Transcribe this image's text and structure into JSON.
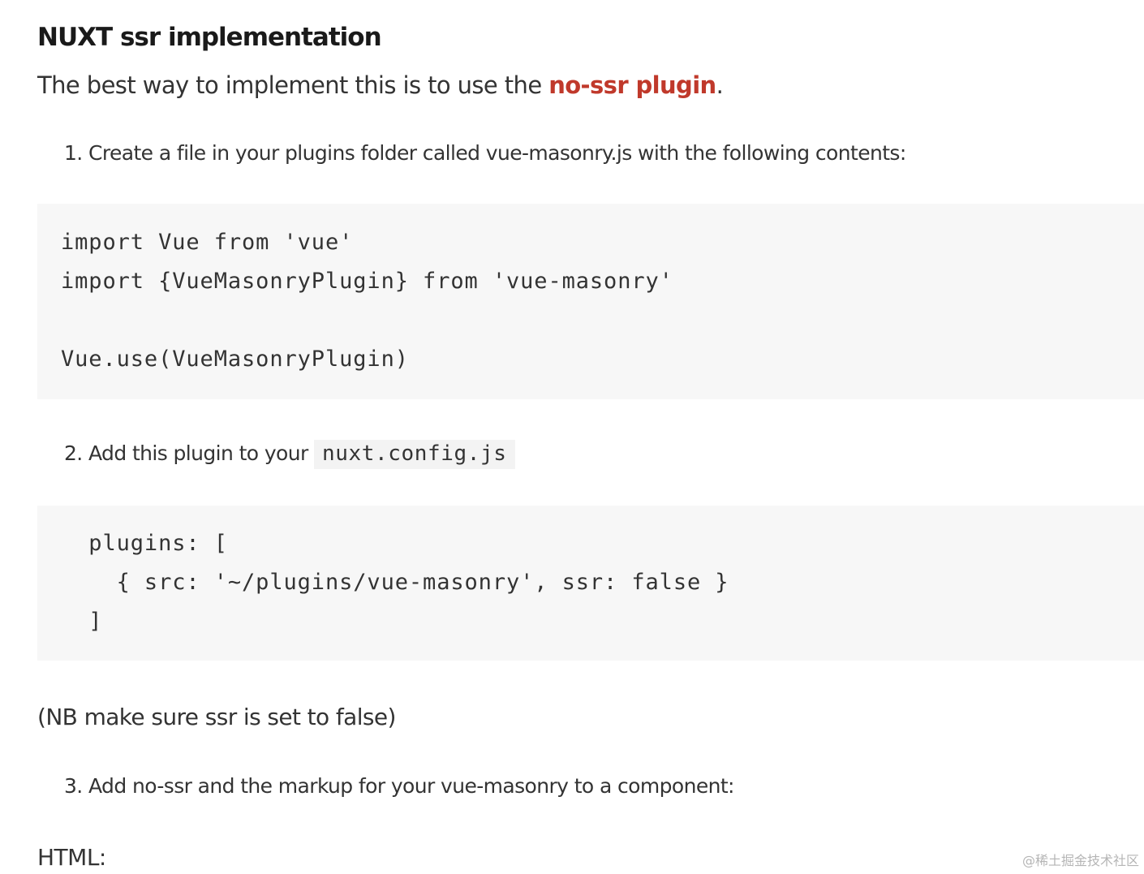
{
  "article": {
    "heading": "NUXT ssr implementation",
    "intro": {
      "before": "The best way to implement this is to use the ",
      "link": "no-ssr plugin",
      "after": "."
    },
    "step1": "1. Create a file in your plugins folder called vue-masonry.js with the following contents:",
    "code1": [
      "import Vue from 'vue'",
      "import {VueMasonryPlugin} from 'vue-masonry'",
      "",
      "Vue.use(VueMasonryPlugin)"
    ],
    "step2": {
      "text": "2. Add this plugin to your ",
      "code": "nuxt.config.js"
    },
    "code2": [
      "  plugins: [",
      "    { src: '~/plugins/vue-masonry', ssr: false }",
      "  ]"
    ],
    "note": "(NB make sure ssr is set to false)",
    "step3": "3. Add no-ssr and the markup for your vue-masonry to a component:",
    "html_label": "HTML:"
  },
  "watermark": "@稀土掘金技术社区",
  "colors": {
    "link": "#c0392b",
    "code_background": "#f7f7f7",
    "text": "#333333"
  }
}
